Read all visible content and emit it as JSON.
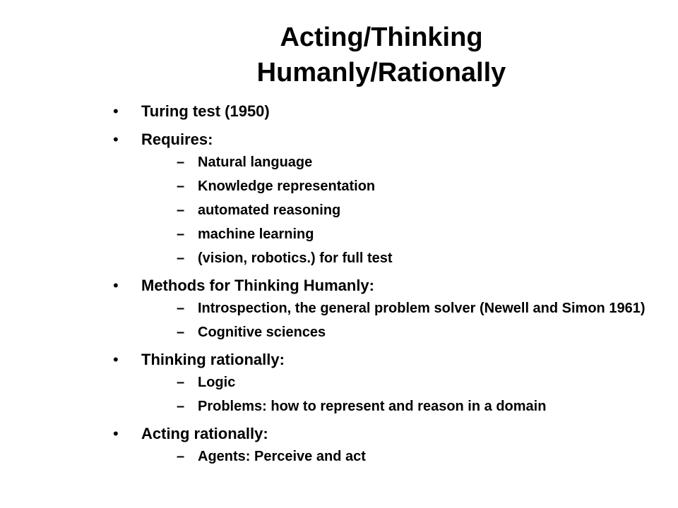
{
  "slide": {
    "title_line1": "Acting/Thinking",
    "title_line2": "Humanly/Rationally",
    "bullets": [
      {
        "text": "Turing test (1950)",
        "subs": []
      },
      {
        "text": "Requires:",
        "subs": [
          "Natural language",
          "Knowledge representation",
          "automated reasoning",
          "machine learning",
          "(vision, robotics.) for full test"
        ]
      },
      {
        "text": "Methods for Thinking Humanly:",
        "subs": [
          "Introspection, the general problem solver (Newell and Simon 1961)",
          "Cognitive sciences"
        ]
      },
      {
        "text": "Thinking rationally:",
        "subs": [
          "Logic",
          "Problems: how to represent and reason in a domain"
        ]
      },
      {
        "text": "Acting rationally:",
        "subs": [
          "Agents: Perceive and act"
        ]
      }
    ],
    "bullet_glyph": "•",
    "sub_glyph": "–"
  }
}
